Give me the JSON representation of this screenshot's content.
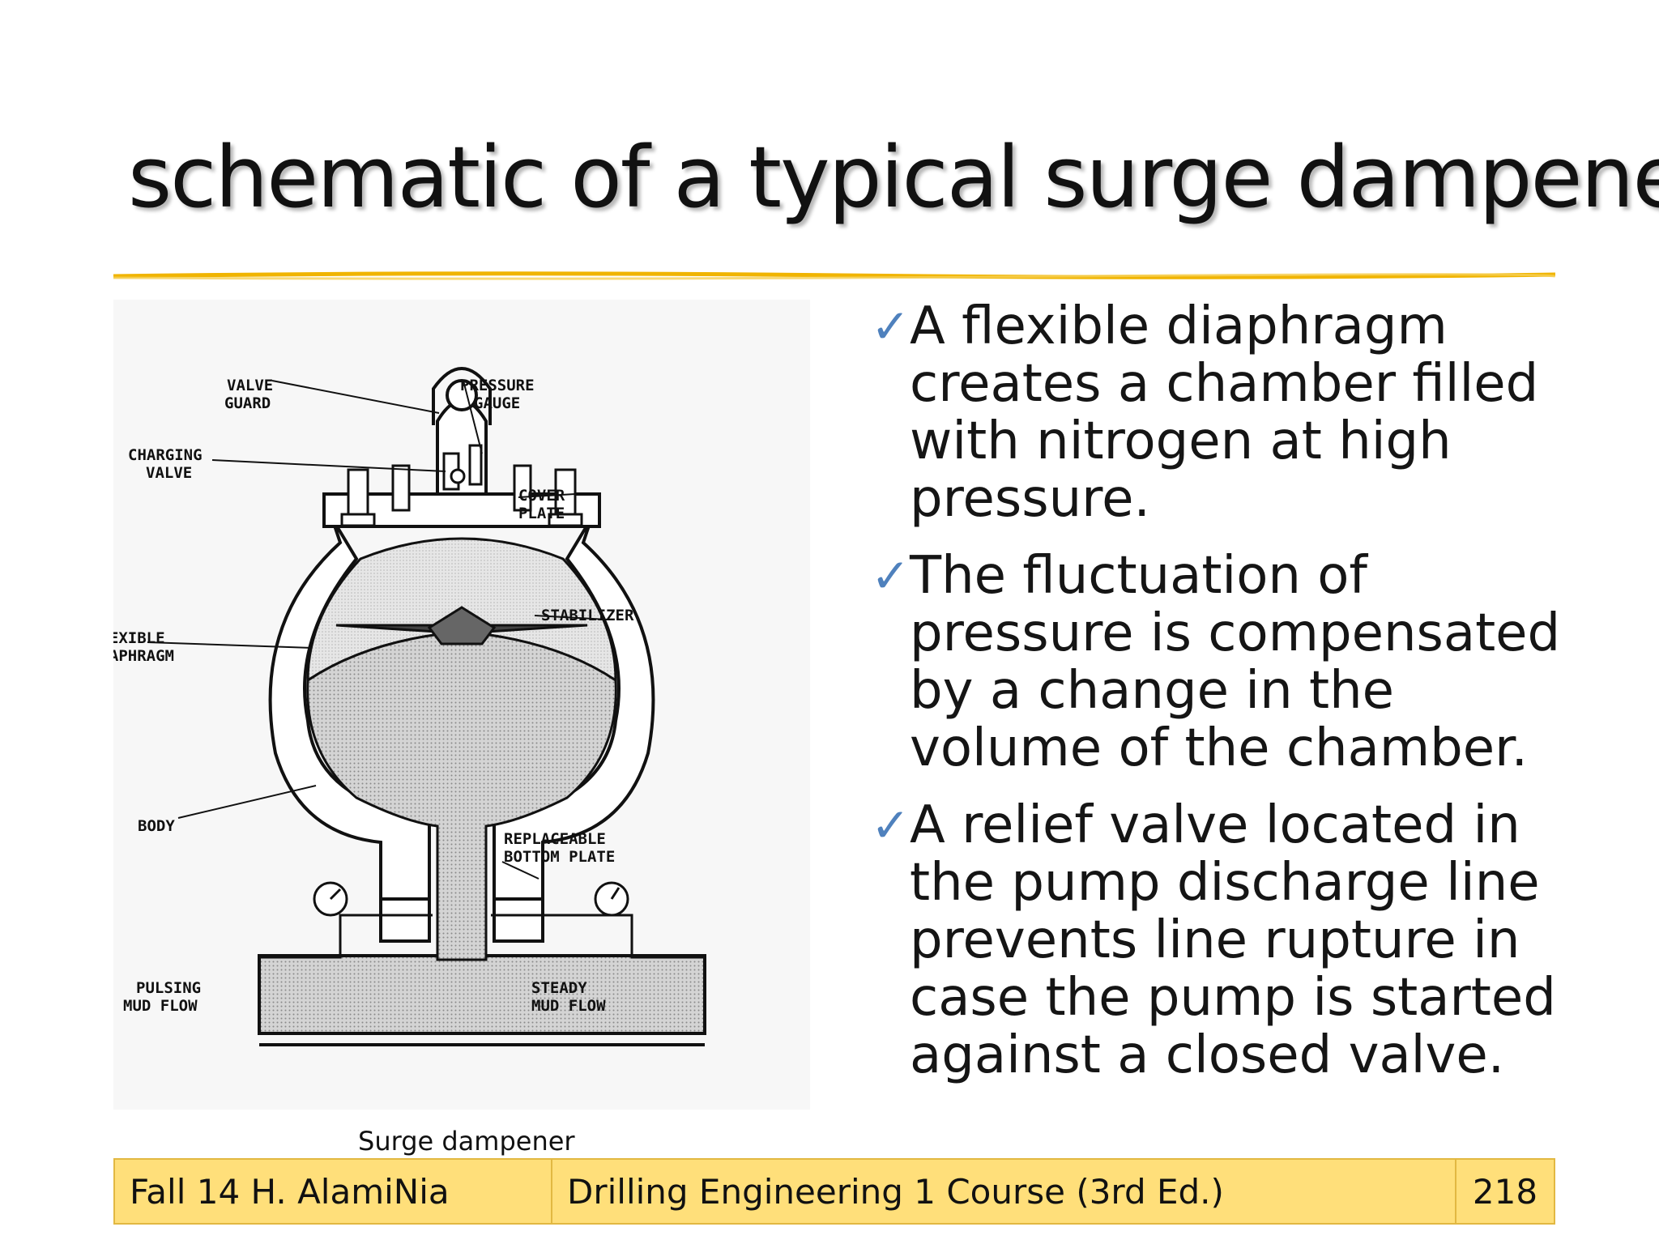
{
  "slide": {
    "title": "schematic of a typical surge dampener",
    "accent_color": "#f0b400",
    "bullets": [
      "A flexible diaphragm creates a chamber filled with nitrogen at high pressure.",
      "The fluctuation of pressure is compensated by a change in the volume of the chamber.",
      "A relief valve located in the pump discharge line prevents line rupture in case the pump is started against a closed valve."
    ],
    "check_icon": "✓",
    "caption": "Surge dampener"
  },
  "diagram": {
    "labels": {
      "valve_guard_1": "VALVE",
      "valve_guard_2": "GUARD",
      "pressure_gauge_1": "PRESSURE",
      "pressure_gauge_2": "GAUGE",
      "charging_valve_1": "CHARGING",
      "charging_valve_2": "VALVE",
      "cover_plate_1": "COVER",
      "cover_plate_2": "PLATE",
      "stabilizer": "STABILIZER",
      "flexible_diaphragm_1": "FLEXIBLE",
      "flexible_diaphragm_2": "DIAPHRAGM",
      "body": "BODY",
      "replaceable_1": "REPLACEABLE",
      "replaceable_2": "BOTTOM PLATE",
      "pulsing_1": "PULSING",
      "pulsing_2": "MUD FLOW",
      "steady_1": "STEADY",
      "steady_2": "MUD FLOW"
    }
  },
  "footer": {
    "left": "Fall 14 H. AlamiNia",
    "center": "Drilling Engineering 1 Course (3rd Ed.)",
    "page": "218"
  }
}
